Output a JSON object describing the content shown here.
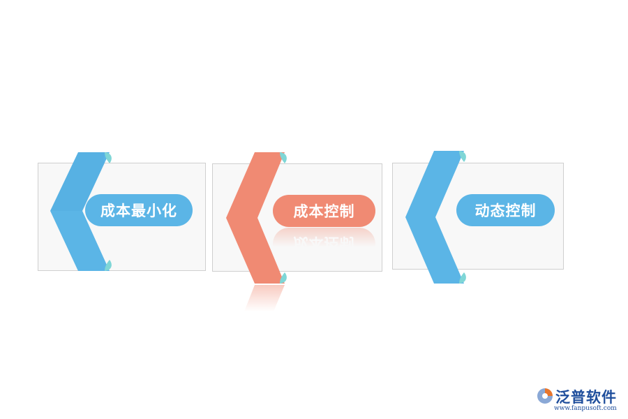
{
  "colors": {
    "blue": "#5bb5e6",
    "blue_end": "#7fd6d6",
    "salmon": "#f08a73",
    "card_bg": "#f8f8f8",
    "card_border": "#cfcfcf",
    "logo": "#1f4e9c"
  },
  "items": [
    {
      "label": "成本最小化",
      "color": "blue"
    },
    {
      "label": "成本控制",
      "color": "salmon"
    },
    {
      "label": "动态控制",
      "color": "blue"
    }
  ],
  "logo": {
    "name": "泛普软件",
    "url": "www.fanpusoft.com",
    "icon": "fanpu-logo-icon"
  }
}
